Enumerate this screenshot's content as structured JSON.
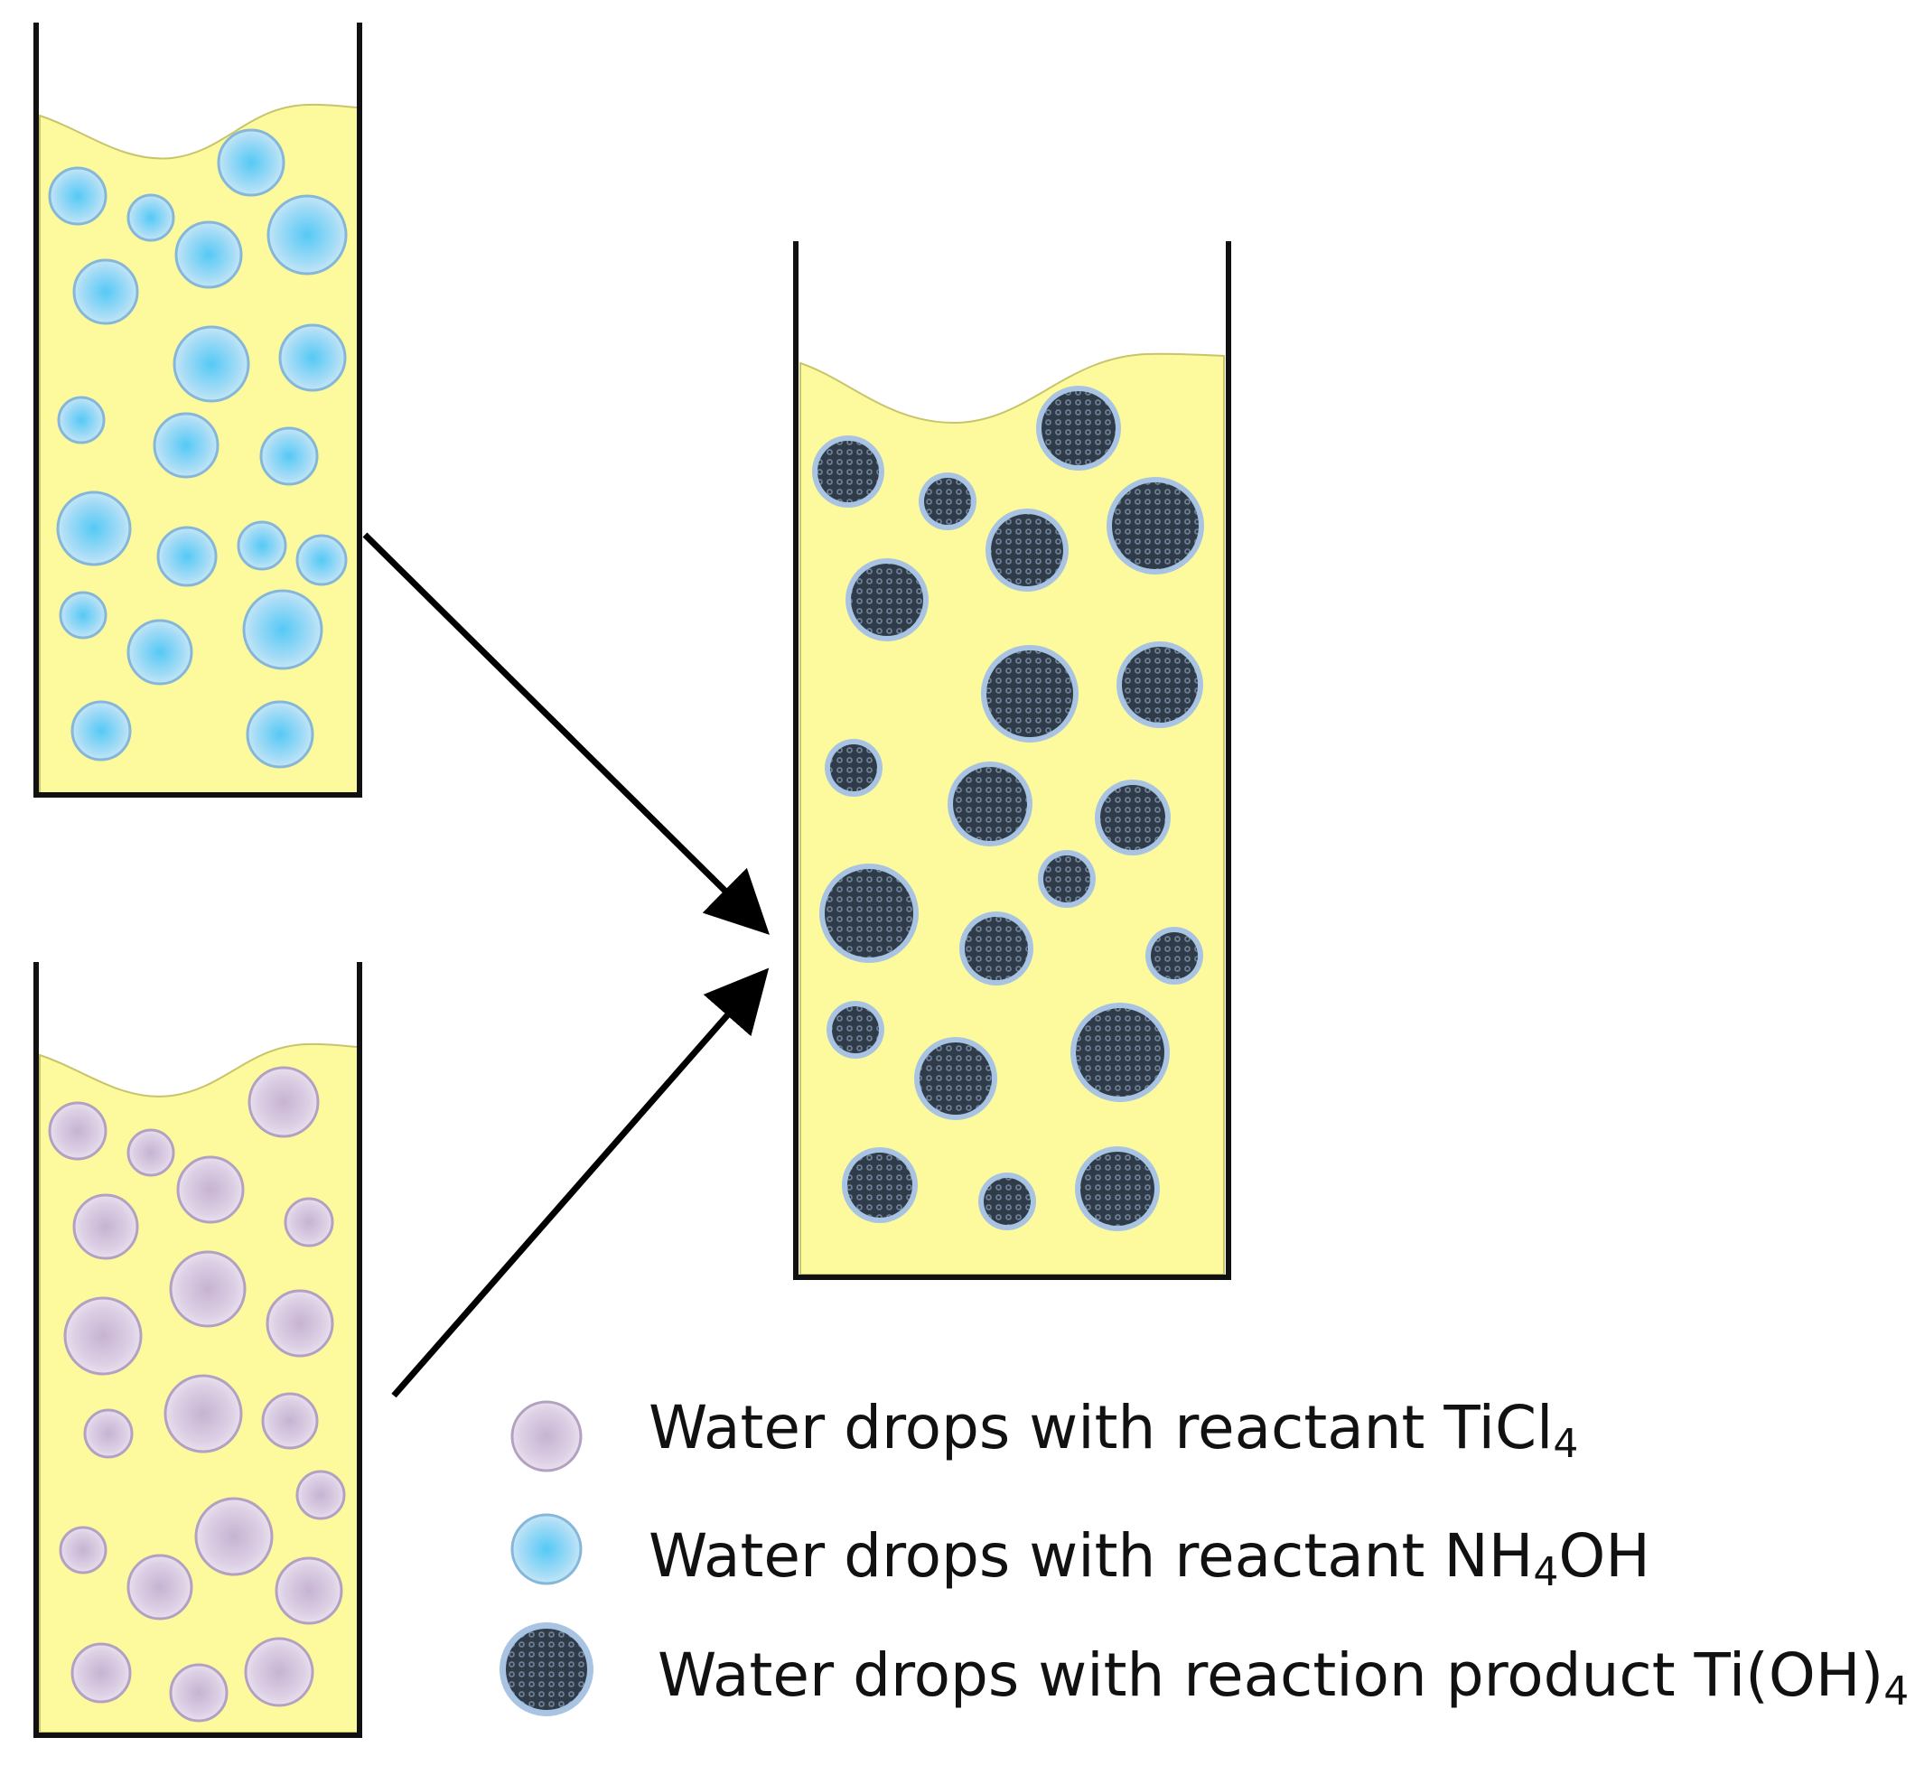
{
  "colors": {
    "oil": "#fdfa9e",
    "oil_edge": "#c8c46a",
    "wall": "#111111",
    "arrow": "#000000",
    "blue_drop_center": "#55c9f5",
    "blue_drop_edge": "#b6def5",
    "blue_drop_border": "#86b7d8",
    "purple_drop_center": "#cbb8d6",
    "purple_drop_edge": "#e4d8ea",
    "purple_drop_border": "#b3a1c2",
    "product_core": "#2f3b48",
    "product_rim": "#a9c4e2",
    "product_dot": "#6c7f95"
  },
  "legend": [
    {
      "icon": "purple-drop-icon",
      "text": "Water drops with reactant TiCl",
      "sub": "4",
      "tail": ""
    },
    {
      "icon": "blue-drop-icon",
      "text": "Water drops with reactant NH",
      "sub": "4",
      "tail": "OH"
    },
    {
      "icon": "product-drop-icon",
      "text": "Water drops with reaction product Ti(OH)",
      "sub": "4",
      "tail": ""
    }
  ]
}
